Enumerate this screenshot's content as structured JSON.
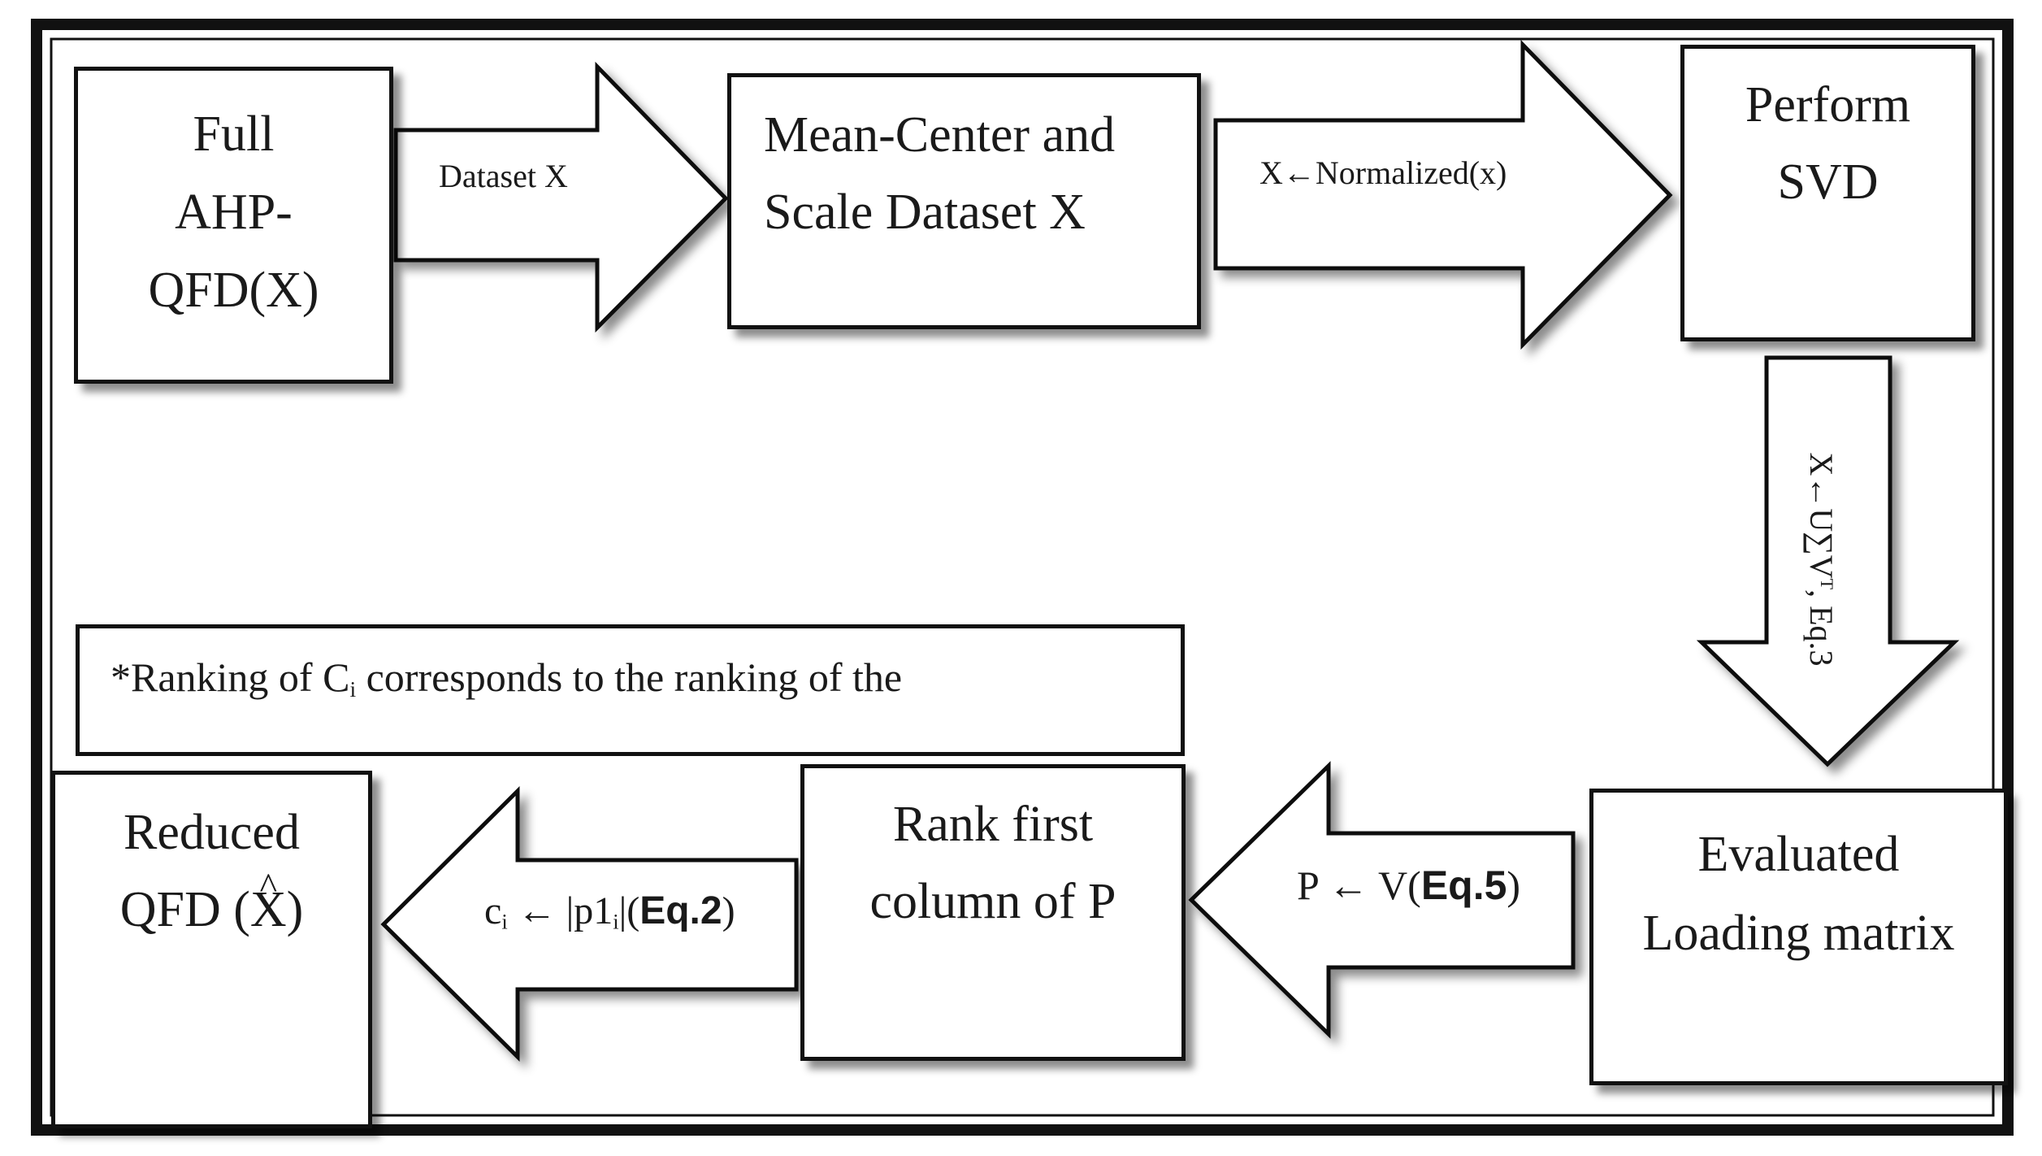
{
  "diagram": {
    "nodes": {
      "full_ahp_qfd": {
        "label": "Full\nAHP-\nQFD(X)"
      },
      "mean_center": {
        "label": "Mean-Center and\nScale Dataset X"
      },
      "perform_svd": {
        "label": "Perform\nSVD"
      },
      "evaluated_loading": {
        "label": "Evaluated\nLoading matrix"
      },
      "rank_first_column": {
        "label": "Rank first\ncolumn of P"
      },
      "reduced_qfd": {
        "label_prefix": "Reduced\nQFD (",
        "label_var": "X",
        "label_suffix": ")"
      }
    },
    "note": {
      "prefix": "*Ranking of C",
      "sub": "i",
      "suffix": " corresponds to the ranking of the"
    },
    "edges": {
      "dataset_x": {
        "label": "Dataset X"
      },
      "normalized": {
        "label": "X←Normalized(x)"
      },
      "svd_eq": {
        "prefix": "X←U∑V",
        "sup": "T",
        "suffix": ", Eq.3"
      },
      "p_eq5": {
        "prefix": "P ← V(",
        "bold": "Eq.5",
        "suffix": ")"
      },
      "ci_eq2": {
        "c": "c",
        "c_sub": "i",
        "mid": " ← |p1",
        "p_sub": "i",
        "end": "|(",
        "bold": "Eq.2",
        "close": ")"
      }
    },
    "colors": {
      "stroke": "#111111",
      "fill": "#ffffff",
      "text": "#1a1a1a"
    }
  }
}
